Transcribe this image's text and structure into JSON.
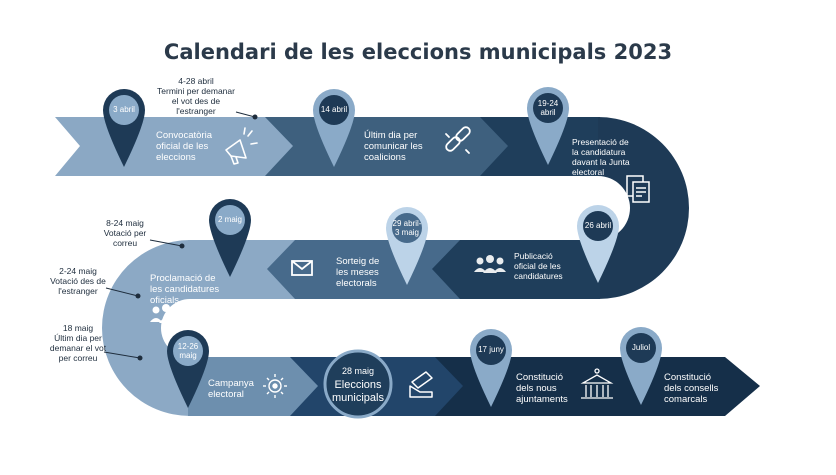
{
  "title": "Calendari de les eleccions municipals 2023",
  "colors": {
    "row1a": "#8ba8c4",
    "row1b": "#3e607e",
    "row1c": "#1f3e5b",
    "curve1": "#1e3a56",
    "curve2": "#8ca9c5",
    "row2a": "#476a8b",
    "row2b": "#1f3e5b",
    "row3a": "#6d8fae",
    "row3b": "#22456a",
    "row3c": "#152f49",
    "pin_light": "#8aaac8",
    "pin_dark": "#1e3a56",
    "pin_pale": "#bcd3e8"
  },
  "events": {
    "e1": {
      "date": "3 abril",
      "label": "Convocatòria\noficial de les\neleccions",
      "icon": "megaphone-icon"
    },
    "e2": {
      "date": "14 abril",
      "label": "Últim dia per\ncomunicar les\ncoalicions",
      "icon": "link-icon"
    },
    "e3": {
      "date": "19-24\nabril",
      "label": "Presentació de\nla candidatura\ndavant la Junta\nelectoral",
      "icon": "documents-icon"
    },
    "e4": {
      "date": "26 abril",
      "label": "Publicació\noficial de les\ncandidatures",
      "icon": "people-icon"
    },
    "e5": {
      "date": "29 abril-\n3 maig",
      "label": "Sorteig de\nles meses\nelectorals",
      "icon": "envelope-icon"
    },
    "e6": {
      "date": "2 maig",
      "label": "Proclamació de\nles candidatures\noficials",
      "icon": "group-icon"
    },
    "e7": {
      "date": "12-26\nmaig",
      "label": "Campanya\nelectoral",
      "icon": "campaign-icon"
    },
    "e8": {
      "date": "28 maig",
      "label": "Eleccions\nmunicipals",
      "icon": "ballot-hand-icon"
    },
    "e9": {
      "date": "17 juny",
      "label": "Constitució\ndels nous\najuntaments",
      "icon": "town-hall-icon"
    },
    "e10": {
      "date": "Juliol",
      "label": "Constitució\ndels consells\ncomarcals"
    }
  },
  "notes": {
    "n1": "4-28 abril\nTermini per demanar\nel vot des de\nl'estranger",
    "n2": "8-24 maig\nVotació per\ncorreu",
    "n3": "2-24 maig\nVotació des de\nl'estranger",
    "n4": "18 maig\nÚltim dia per\ndemanar el vot\nper correu"
  }
}
